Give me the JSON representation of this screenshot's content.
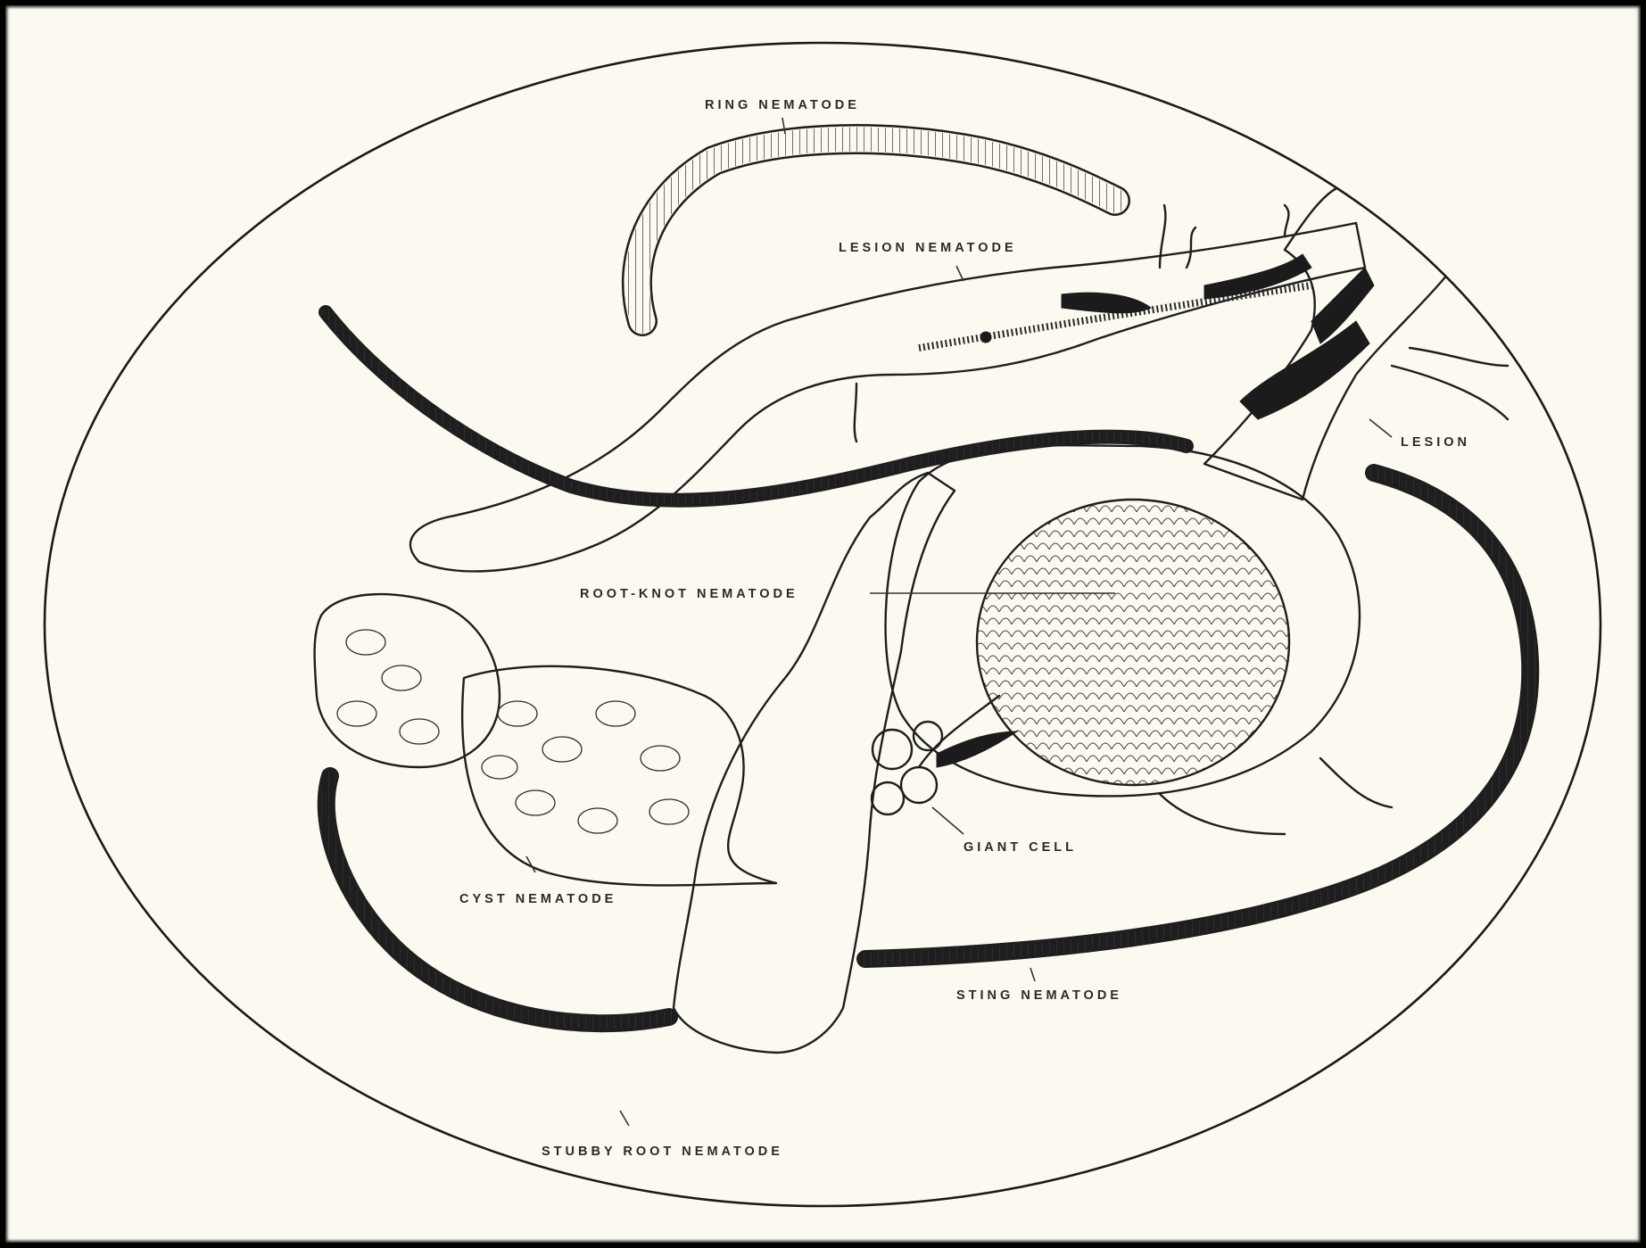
{
  "labels": {
    "ring": "RING NEMATODE",
    "lesion_nematode": "LESION NEMATODE",
    "lesion": "LESION",
    "root_knot": "ROOT-KNOT NEMATODE",
    "giant_cell": "GIANT CELL",
    "cyst": "CYST NEMATODE",
    "sting": "STING NEMATODE",
    "stubby_root": "STUBBY ROOT NEMATODE"
  },
  "colors": {
    "paper": "#fbf9f0",
    "ink": "#1e1e1e",
    "frame": "#000000"
  }
}
